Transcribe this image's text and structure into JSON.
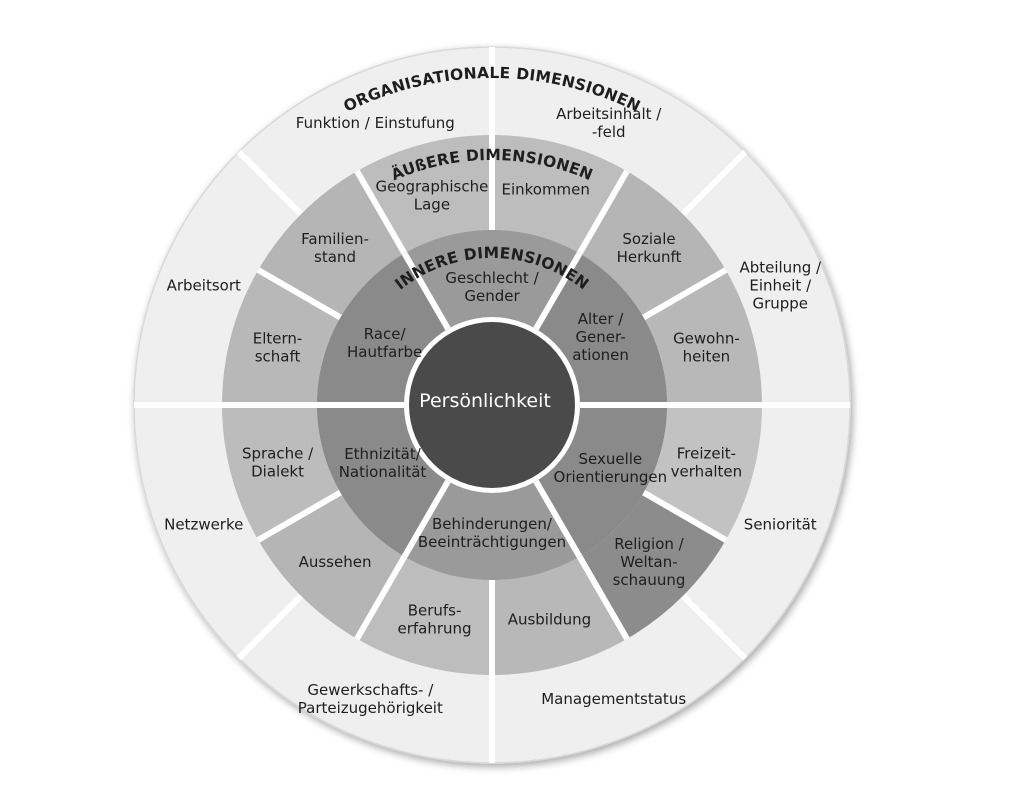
{
  "diagram": {
    "center_label": "Persönlichkeit",
    "ring_titles": {
      "organisational": "ORGANISATIONALE DIMENSIONEN",
      "outer": "ÄUßERE DIMENSIONEN",
      "inner": "INNERE DIMENSIONEN"
    },
    "organisational_segments": [
      {
        "lines": [
          "Funktion / Einstufung"
        ]
      },
      {
        "lines": [
          "Arbeitsinhalt /",
          "-feld"
        ]
      },
      {
        "lines": [
          "Abteilung /",
          "Einheit /",
          "Gruppe"
        ]
      },
      {
        "lines": [
          "Seniorität"
        ]
      },
      {
        "lines": [
          "Managementstatus"
        ]
      },
      {
        "lines": [
          "Gewerkschafts- /",
          "Parteizugehörigkeit"
        ]
      },
      {
        "lines": [
          "Netzwerke"
        ]
      },
      {
        "lines": [
          "Arbeitsort"
        ]
      }
    ],
    "outer_segments": [
      {
        "lines": [
          "Einkommen"
        ],
        "shade": "#bdbdbd"
      },
      {
        "lines": [
          "Soziale",
          "Herkunft"
        ],
        "shade": "#b5b5b5"
      },
      {
        "lines": [
          "Gewohn-",
          "heiten"
        ],
        "shade": "#b8b8b8"
      },
      {
        "lines": [
          "Freizeit-",
          "verhalten"
        ],
        "shade": "#c2c2c2"
      },
      {
        "lines": [
          "Religion /",
          "Weltan-",
          "schauung"
        ],
        "shade": "#8c8c8c"
      },
      {
        "lines": [
          "Ausbildung"
        ],
        "shade": "#b8b8b8"
      },
      {
        "lines": [
          "Berufs-",
          "erfahrung"
        ],
        "shade": "#bdbdbd"
      },
      {
        "lines": [
          "Aussehen"
        ],
        "shade": "#b5b5b5"
      },
      {
        "lines": [
          "Sprache /",
          "Dialekt"
        ],
        "shade": "#bcbcbc"
      },
      {
        "lines": [
          "Eltern-",
          "schaft"
        ],
        "shade": "#b8b8b8"
      },
      {
        "lines": [
          "Familien-",
          "stand"
        ],
        "shade": "#b5b5b5"
      },
      {
        "lines": [
          "Geographische",
          "Lage"
        ],
        "shade": "#bdbdbd"
      }
    ],
    "inner_segments": [
      {
        "lines": [
          "Geschlecht /",
          "Gender"
        ]
      },
      {
        "lines": [
          "Alter /",
          "Gener-",
          "ationen"
        ]
      },
      {
        "lines": [
          "Sexuelle",
          "Orientierungen"
        ]
      },
      {
        "lines": [
          "Behinderungen/",
          "Beeinträchtigungen"
        ]
      },
      {
        "lines": [
          "Ethnizität/",
          "Nationalität"
        ]
      },
      {
        "lines": [
          "Race/",
          "Hautfarbe"
        ]
      }
    ],
    "colors": {
      "org_ring": "#efefef",
      "inner_ring": "#8e8e8e",
      "core": "#4a4a4a",
      "divider": "#ffffff"
    }
  }
}
